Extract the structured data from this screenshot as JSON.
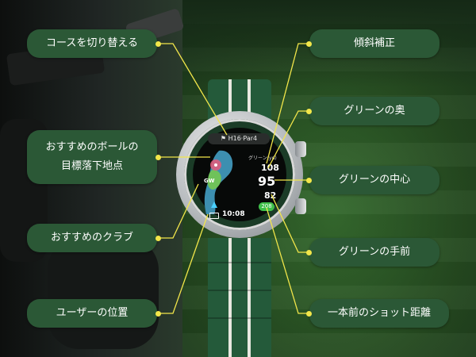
{
  "callouts": {
    "switch_course": "コースを切り替える",
    "landing_point_line1": "おすすめのボールの",
    "landing_point_line2": "目標落下地点",
    "recommended_club": "おすすめのクラブ",
    "user_position": "ユーザーの位置",
    "slope": "傾斜補正",
    "green_back": "グリーンの奥",
    "green_center": "グリーンの中心",
    "green_front": "グリーンの手前",
    "last_shot": "一本前のショット距離"
  },
  "watch": {
    "hole": "H16·Par4",
    "green_label": "グリーン(yd)",
    "back": "108",
    "center": "95",
    "front": "82",
    "club": "GW",
    "last_shot": "208",
    "time": "10:08"
  },
  "colors": {
    "callout_bg": "#2b5836",
    "dot": "#f2e64a",
    "line": "#f2e64a",
    "slope_badge": "#3fbf4a"
  },
  "icons": [
    "flag-icon",
    "battery-icon",
    "location-marker-icon",
    "target-marker-icon"
  ]
}
